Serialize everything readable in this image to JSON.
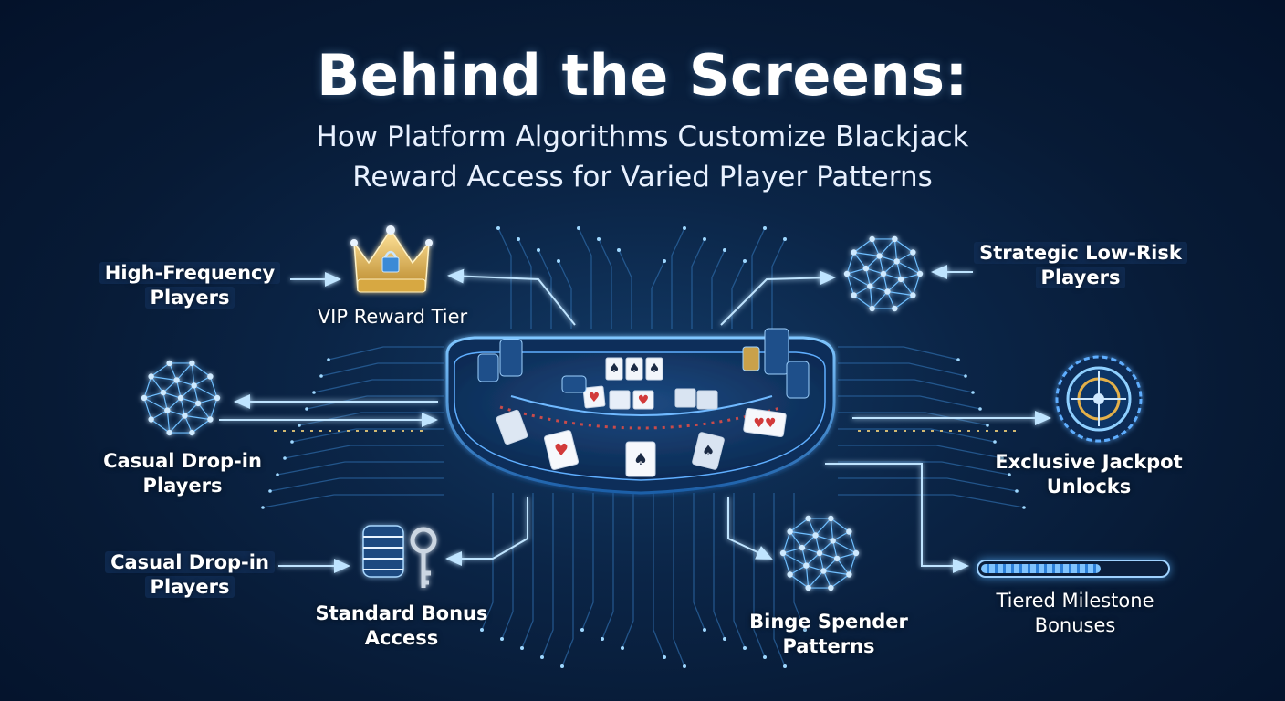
{
  "title": "Behind the Screens:",
  "subtitle_line1": "How Platform Algorithms Customize Blackjack",
  "subtitle_line2": "Reward Access for Varied Player Patterns",
  "nodes": {
    "high_frequency": {
      "line1": "High-Frequency",
      "line2": "Players"
    },
    "vip_tier": {
      "line1": "VIP Reward Tier"
    },
    "strategic": {
      "line1": "Strategic Low-Risk",
      "line2": "Players"
    },
    "casual_mid": {
      "line1": "Casual Drop-in",
      "line2": "Players"
    },
    "jackpot": {
      "line1": "Exclusive Jackpot",
      "line2": "Unlocks"
    },
    "casual_low": {
      "line1": "Casual Drop-in",
      "line2": "Players"
    },
    "standard_bonus": {
      "line1": "Standard Bonus",
      "line2": "Access"
    },
    "binge": {
      "line1": "Binge Spender",
      "line2": "Patterns"
    },
    "milestone": {
      "line1": "Tiered Milestone",
      "line2": "Bonuses"
    }
  },
  "milestone_progress": 0.65,
  "icons": [
    "crown-lock-icon",
    "network-icon",
    "dial-icon",
    "chip-key-icon",
    "progress-bar-icon",
    "blackjack-table-icon"
  ],
  "colors": {
    "glow": "#5fb4ff",
    "accent": "#8fd0ff",
    "gold": "#e9b94a"
  }
}
